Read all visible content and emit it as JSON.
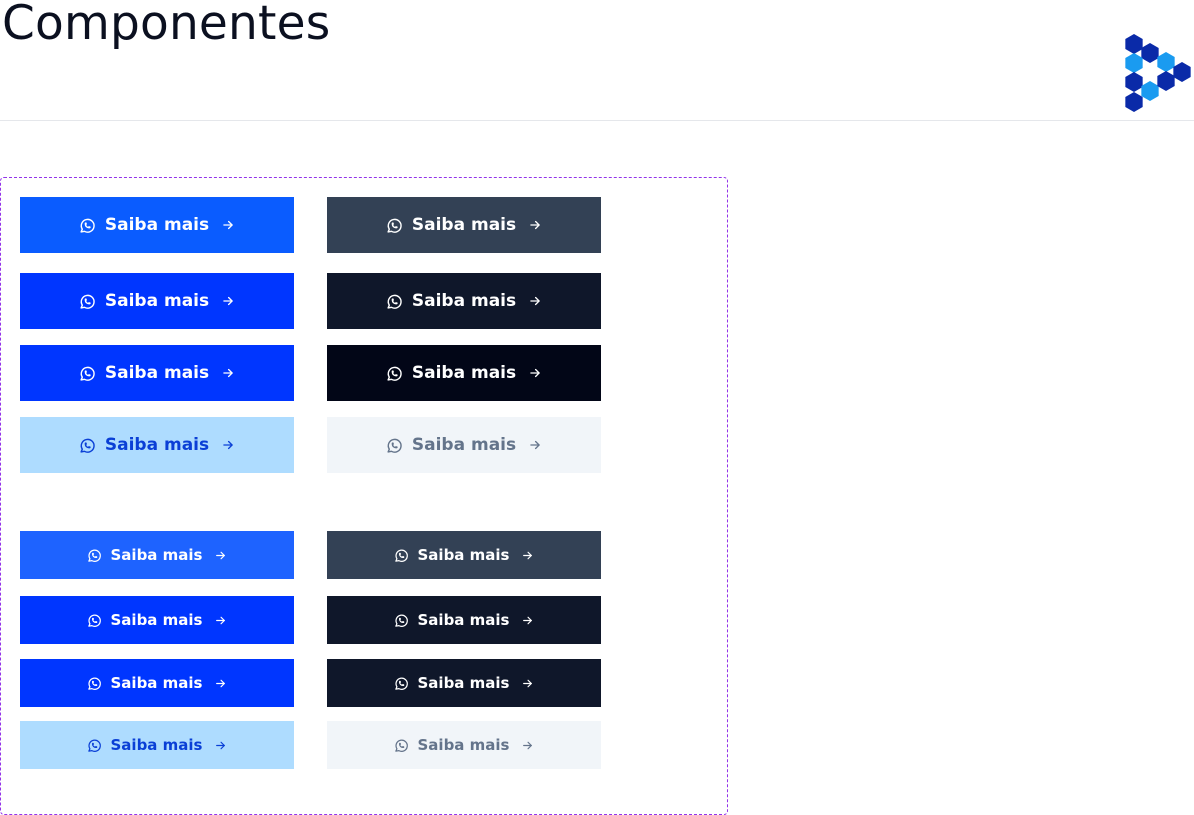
{
  "page": {
    "title": "Componentes"
  },
  "logo": {
    "icon": "hexagon-cluster-logo-icon",
    "colors": [
      "#0a2aa8",
      "#1a9bf0"
    ]
  },
  "icons": {
    "leading": "whatsapp-icon",
    "trailing": "arrow-right-icon"
  },
  "buttons": {
    "large": [
      {
        "label": "Saiba mais",
        "variant": "primary",
        "bg": "#0a5cff",
        "fg": "#ffffff"
      },
      {
        "label": "Saiba mais",
        "variant": "secondary",
        "bg": "#334155",
        "fg": "#ffffff"
      },
      {
        "label": "Saiba mais",
        "variant": "primary-hover",
        "bg": "#0036ff",
        "fg": "#ffffff"
      },
      {
        "label": "Saiba mais",
        "variant": "secondary-hover",
        "bg": "#0f172a",
        "fg": "#ffffff"
      },
      {
        "label": "Saiba mais",
        "variant": "primary-active",
        "bg": "#0036ff",
        "fg": "#ffffff"
      },
      {
        "label": "Saiba mais",
        "variant": "secondary-active",
        "bg": "#020617",
        "fg": "#ffffff"
      },
      {
        "label": "Saiba mais",
        "variant": "primary-disabled",
        "bg": "#aedcff",
        "fg": "#0a3fd6"
      },
      {
        "label": "Saiba mais",
        "variant": "secondary-disabled",
        "bg": "#f1f5f9",
        "fg": "#64748b"
      }
    ],
    "small": [
      {
        "label": "Saiba mais",
        "variant": "primary",
        "bg": "#1e63ff",
        "fg": "#ffffff"
      },
      {
        "label": "Saiba mais",
        "variant": "secondary",
        "bg": "#334155",
        "fg": "#ffffff"
      },
      {
        "label": "Saiba mais",
        "variant": "primary-hover",
        "bg": "#0036ff",
        "fg": "#ffffff"
      },
      {
        "label": "Saiba mais",
        "variant": "secondary-hover",
        "bg": "#0f172a",
        "fg": "#ffffff"
      },
      {
        "label": "Saiba mais",
        "variant": "primary-active",
        "bg": "#0036ff",
        "fg": "#ffffff"
      },
      {
        "label": "Saiba mais",
        "variant": "secondary-active",
        "bg": "#0f172a",
        "fg": "#ffffff"
      },
      {
        "label": "Saiba mais",
        "variant": "primary-disabled",
        "bg": "#aedcff",
        "fg": "#0a3fd6"
      },
      {
        "label": "Saiba mais",
        "variant": "secondary-disabled",
        "bg": "#f1f5f9",
        "fg": "#64748b"
      }
    ]
  }
}
